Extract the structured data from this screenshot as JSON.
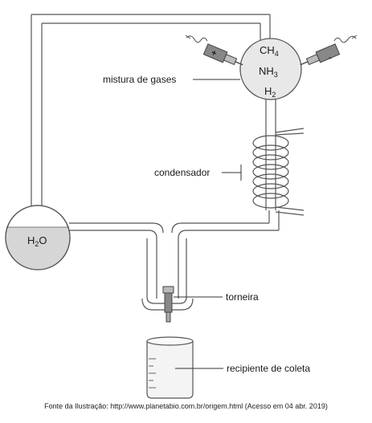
{
  "gases": {
    "ch4": {
      "base": "CH",
      "sub": "4"
    },
    "nh3": {
      "base": "NH",
      "sub": "3"
    },
    "h2": {
      "base": "H",
      "sub": "2"
    }
  },
  "water": {
    "base": "H",
    "sub": "2",
    "rest": "O"
  },
  "electrodes": {
    "positive": "+",
    "negative": "-"
  },
  "labels": {
    "mixture": "mistura de gases",
    "condenser": "condensador",
    "valve": "torneira",
    "collector": "recipiente de coleta"
  },
  "source": "Fonte da Ilustração: http://www.planetabio.com.br/origem.html (Acesso em 04 abr. 2019)"
}
